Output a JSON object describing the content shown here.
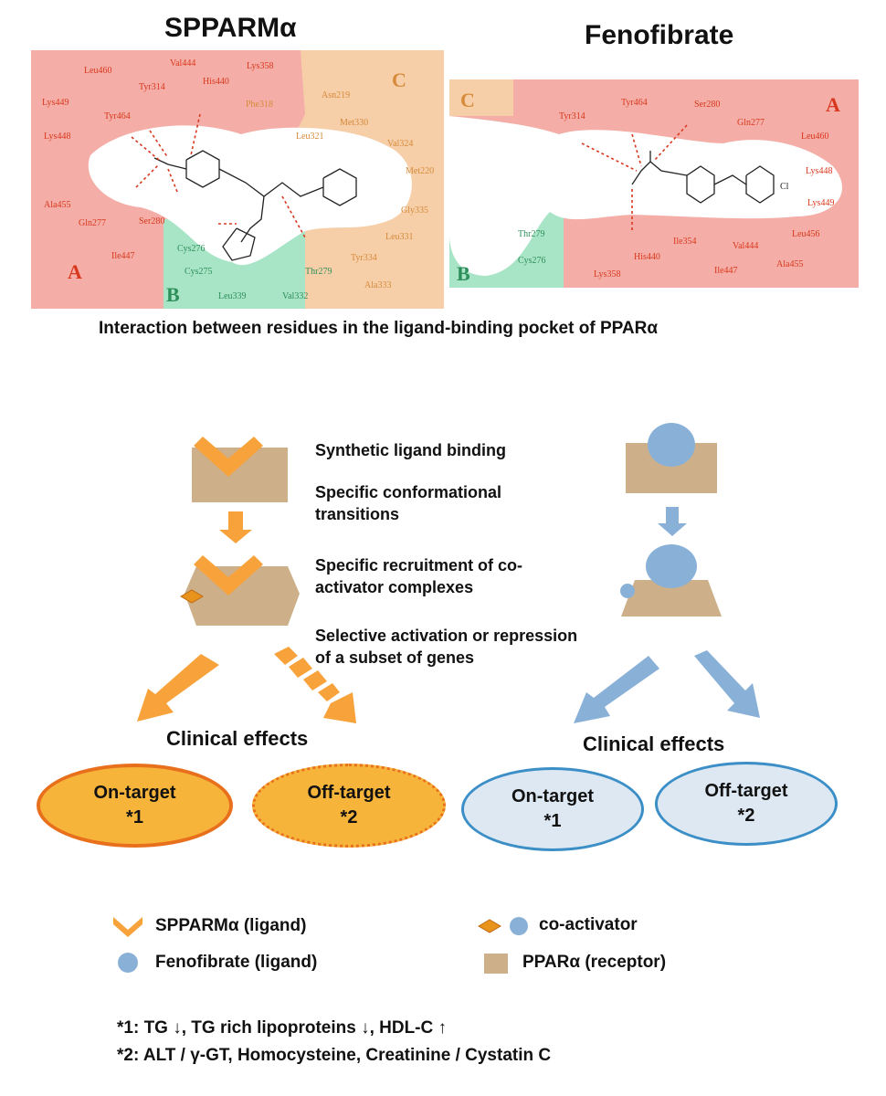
{
  "titles": {
    "left": "SPPARMα",
    "right": "Fenofibrate"
  },
  "caption": "Interaction between residues in the ligand-binding pocket of PPARα",
  "colors": {
    "zone_a": "#f4aea7",
    "zone_b": "#a8e4c6",
    "zone_c": "#f6cfa9",
    "residue_red": "#d9381e",
    "residue_orange": "#d68a3a",
    "residue_green": "#2f8f5a",
    "spparm_orange": "#f7a23a",
    "receptor_tan": "#cdb08a",
    "fenofibrate_blue": "#89b1d8",
    "ellipse_blue_fill": "#dde8f3",
    "ellipse_blue_border": "#3b8fc6",
    "ellipse_orange_border": "#e8701d"
  },
  "left_panel": {
    "zones": {
      "a": "A",
      "b": "B",
      "c": "C"
    },
    "residues_red": [
      "Leu460",
      "Val444",
      "Lys358",
      "Tyr314",
      "His440",
      "Lys449",
      "Tyr464",
      "Lys448",
      "Ala455",
      "Gln277",
      "Ser280",
      "Ile447"
    ],
    "residues_orange": [
      "Phe318",
      "Asn219",
      "Leu321",
      "Met330",
      "Val324",
      "Met220",
      "Gly335",
      "Leu331",
      "Tyr334",
      "Ala333"
    ],
    "residues_green": [
      "Cys276",
      "Cys275",
      "Leu339",
      "Val332",
      "Thr279"
    ]
  },
  "right_panel": {
    "zones": {
      "a": "A",
      "b": "B",
      "c": "C"
    },
    "residues_red": [
      "Tyr314",
      "Tyr464",
      "Ser280",
      "Gln277",
      "Leu460",
      "Lys448",
      "Lys449",
      "Ile354",
      "Val444",
      "Leu456",
      "His440",
      "Ile447",
      "Ala455",
      "Lys358"
    ],
    "residues_green": [
      "Thr279",
      "Cys276"
    ],
    "atom_label": "Cl"
  },
  "steps": [
    "Synthetic ligand binding",
    "Specific conformational transitions",
    "Specific recruitment of co-activator complexes",
    "Selective activation or repression of a subset of genes"
  ],
  "clinical": {
    "left_label": "Clinical effects",
    "right_label": "Clinical effects",
    "on_target": "On-target",
    "on_target_note": "*1",
    "off_target": "Off-target",
    "off_target_note": "*2"
  },
  "legend": {
    "spparm": "SPPARMα (ligand)",
    "fenofibrate": "Fenofibrate (ligand)",
    "coactivator": "co-activator",
    "receptor": "PPARα (receptor)"
  },
  "notes": {
    "note1": "*1: TG ↓, TG rich lipoproteins ↓, HDL-C ↑",
    "note2": "*2: ALT / γ-GT, Homocysteine, Creatinine / Cystatin C"
  }
}
